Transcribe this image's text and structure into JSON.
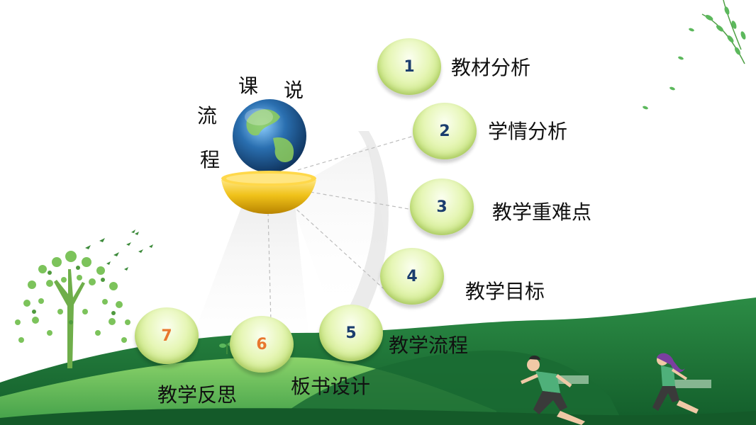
{
  "title_chars": [
    "课",
    "说",
    "流",
    "程"
  ],
  "items": [
    {
      "num": "1",
      "label": "教材分析"
    },
    {
      "num": "2",
      "label": "学情分析"
    },
    {
      "num": "3",
      "label": "教学重难点"
    },
    {
      "num": "4",
      "label": "教学目标"
    },
    {
      "num": "5",
      "label": "教学流程"
    },
    {
      "num": "6",
      "label": "板书设计"
    },
    {
      "num": "7",
      "label": "教学反思"
    }
  ],
  "colors": {
    "node_number": "#1b3d6e",
    "node_number_accent": "#e8772e",
    "hill_dark": "#1f7a3a",
    "hill_light": "#6cc05a",
    "bowl_gold": "#f0c21a",
    "globe_blue": "#2a6fb0"
  },
  "icons": [
    "globe-icon",
    "gold-bowl-icon",
    "tree-icon",
    "runner-icon",
    "leaf-branch-icon"
  ]
}
